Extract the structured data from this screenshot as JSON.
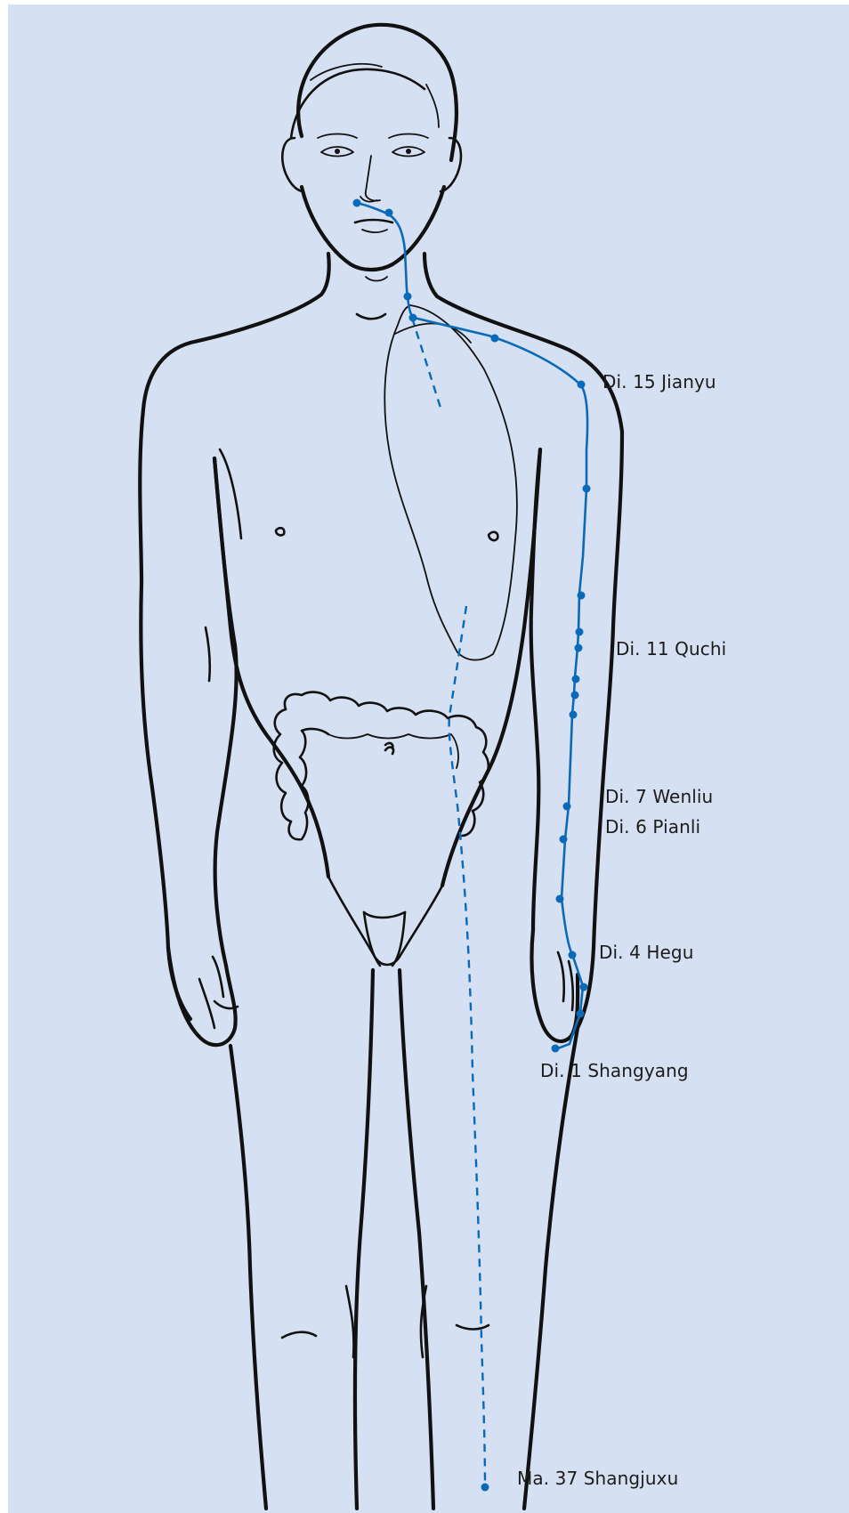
{
  "labels": {
    "di15": "Di. 15 Jianyu",
    "di11": "Di. 11 Quchi",
    "di7": "Di. 7 Wenliu",
    "di6": "Di. 6 Pianli",
    "di4": "Di. 4 Hegu",
    "di1": "Di. 1 Shangyang",
    "ma37": "Ma. 37 Shangjuxu"
  },
  "colors": {
    "background": "#d5e0f2",
    "meridian": "#0a6ab8",
    "outline": "#111111",
    "text": "#1c1c1c"
  }
}
